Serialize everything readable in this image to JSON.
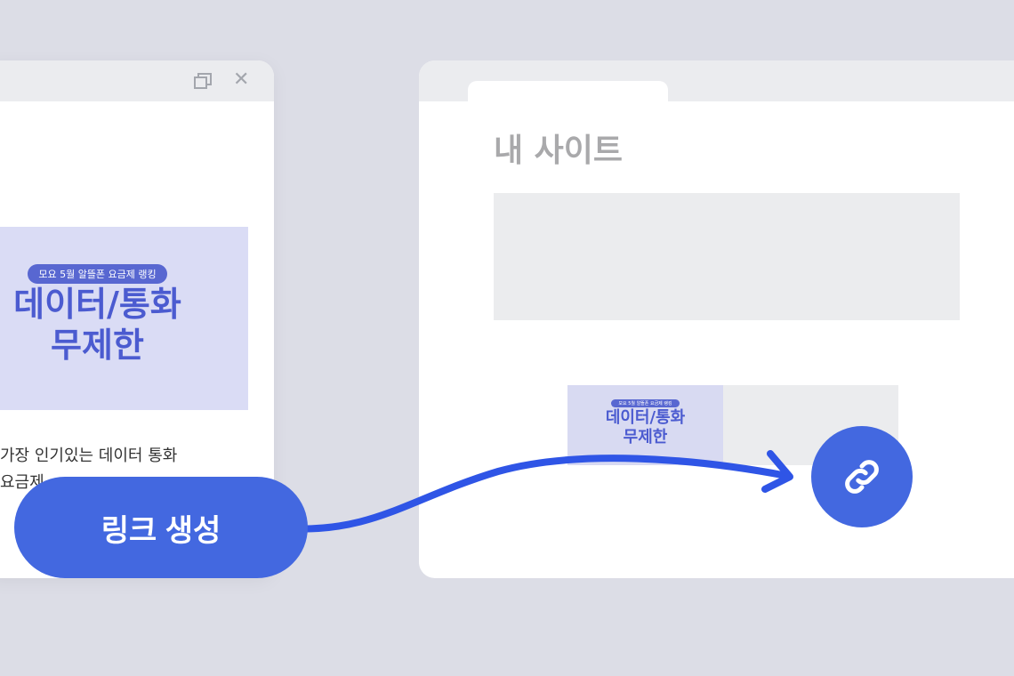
{
  "left_window": {
    "banner_badge": "모요 5월 알뜰폰 요금제 랭킹",
    "banner_title_line1": "데이터/통화",
    "banner_title_line2": "무제한",
    "description_line1": "가장 인기있는 데이터 통화",
    "description_line2": "요금제"
  },
  "right_window": {
    "site_title": "내 사이트",
    "card_badge": "모요 5월 알뜰폰 요금제 랭킹",
    "card_title_line1": "데이터/통화",
    "card_title_line2": "무제한"
  },
  "generate_link_button": "링크 생성",
  "colors": {
    "accent": "#4368e0",
    "banner_bg": "#dadcf5",
    "banner_text": "#4b5bd0"
  }
}
